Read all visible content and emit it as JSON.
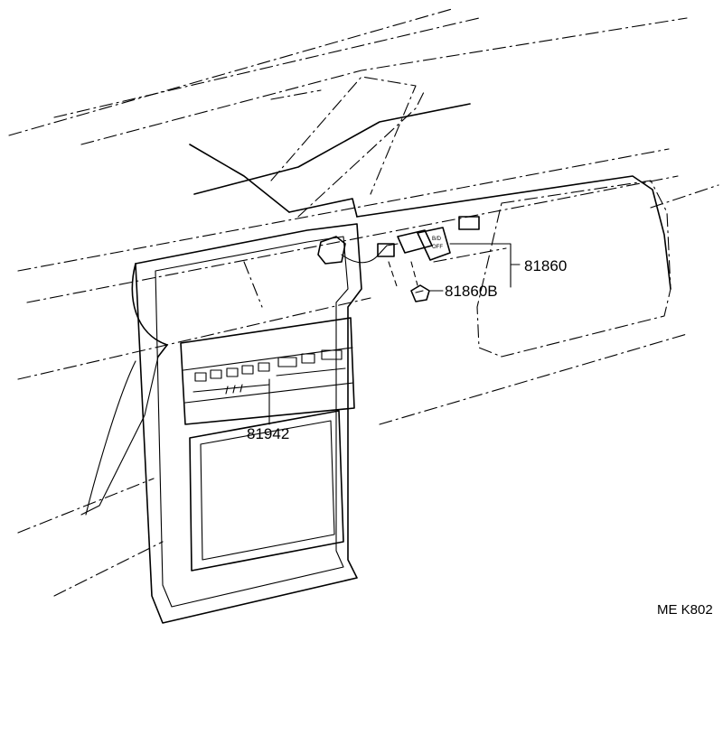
{
  "labels": {
    "part_81860": "81860",
    "part_81860B": "81860B",
    "part_81942": "81942"
  },
  "switch_text": {
    "line1": "B/D",
    "line2": "OFF"
  },
  "drawing_code": "ME K802"
}
